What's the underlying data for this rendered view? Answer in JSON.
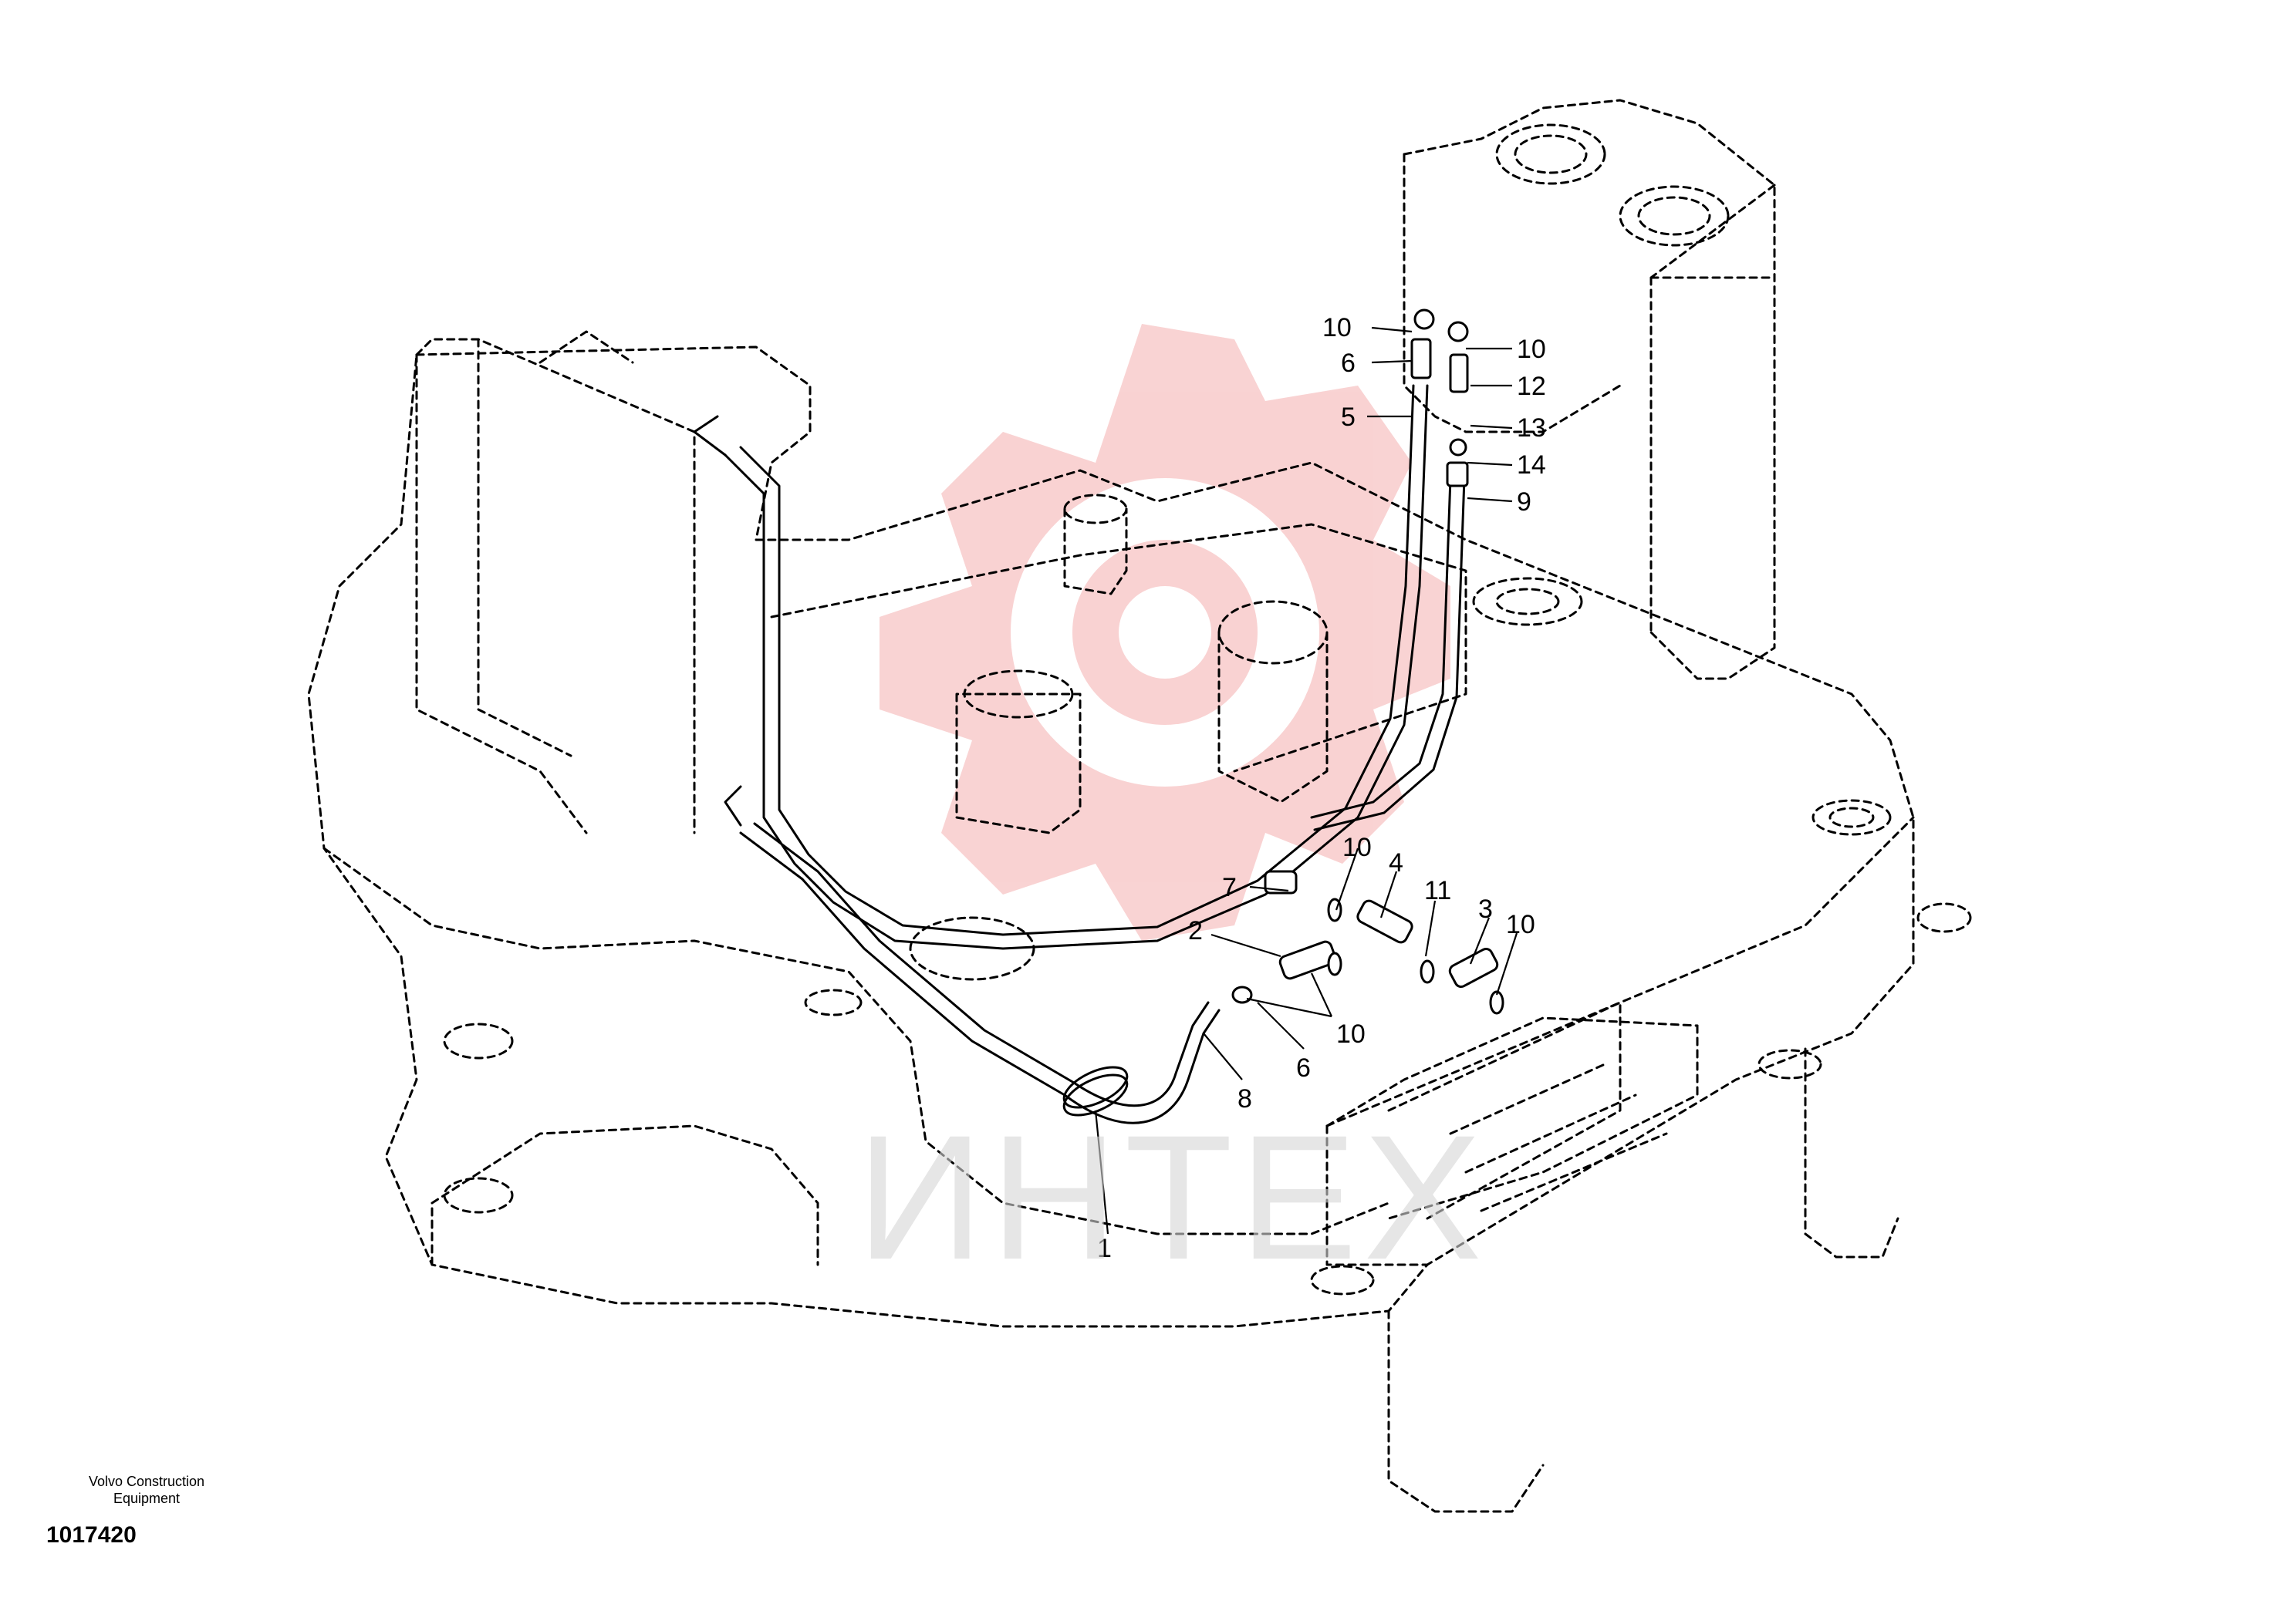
{
  "diagram": {
    "callouts": [
      {
        "id": "c10a",
        "text": "10"
      },
      {
        "id": "c6a",
        "text": "6"
      },
      {
        "id": "c5",
        "text": "5"
      },
      {
        "id": "c10b",
        "text": "10"
      },
      {
        "id": "c12",
        "text": "12"
      },
      {
        "id": "c13",
        "text": "13"
      },
      {
        "id": "c14",
        "text": "14"
      },
      {
        "id": "c9",
        "text": "9"
      },
      {
        "id": "c10c",
        "text": "10"
      },
      {
        "id": "c7",
        "text": "7"
      },
      {
        "id": "c4",
        "text": "4"
      },
      {
        "id": "c11",
        "text": "11"
      },
      {
        "id": "c3",
        "text": "3"
      },
      {
        "id": "c10d",
        "text": "10"
      },
      {
        "id": "c2",
        "text": "2"
      },
      {
        "id": "c10e",
        "text": "10"
      },
      {
        "id": "c6b",
        "text": "6"
      },
      {
        "id": "c8",
        "text": "8"
      },
      {
        "id": "c1",
        "text": "1"
      }
    ]
  },
  "watermark": {
    "text": "ИНТЕХ",
    "logo_color": "#f3b8b8",
    "text_color": "#d6d6d6"
  },
  "footer": {
    "manufacturer_line1": "Volvo Construction",
    "manufacturer_line2": "Equipment",
    "document_number": "1017420"
  }
}
